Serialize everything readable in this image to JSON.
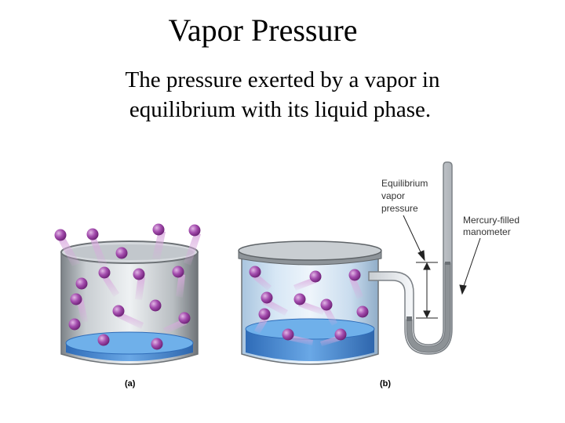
{
  "slide": {
    "title": "Vapor Pressure",
    "definition_line1": "The pressure exerted by a vapor in",
    "definition_line2": "equilibrium with its liquid phase."
  },
  "figure": {
    "label_equilibrium_1": "Equilibrium",
    "label_equilibrium_2": "vapor",
    "label_equilibrium_3": "pressure",
    "label_manometer_1": "Mercury-filled",
    "label_manometer_2": "manometer",
    "caption_a": "(a)",
    "caption_b": "(b)"
  },
  "colors": {
    "molecule": "#9a3fa2",
    "liquid": "#4f8fd6",
    "container": "#a9aeb2",
    "mercury": "#8d9296"
  }
}
